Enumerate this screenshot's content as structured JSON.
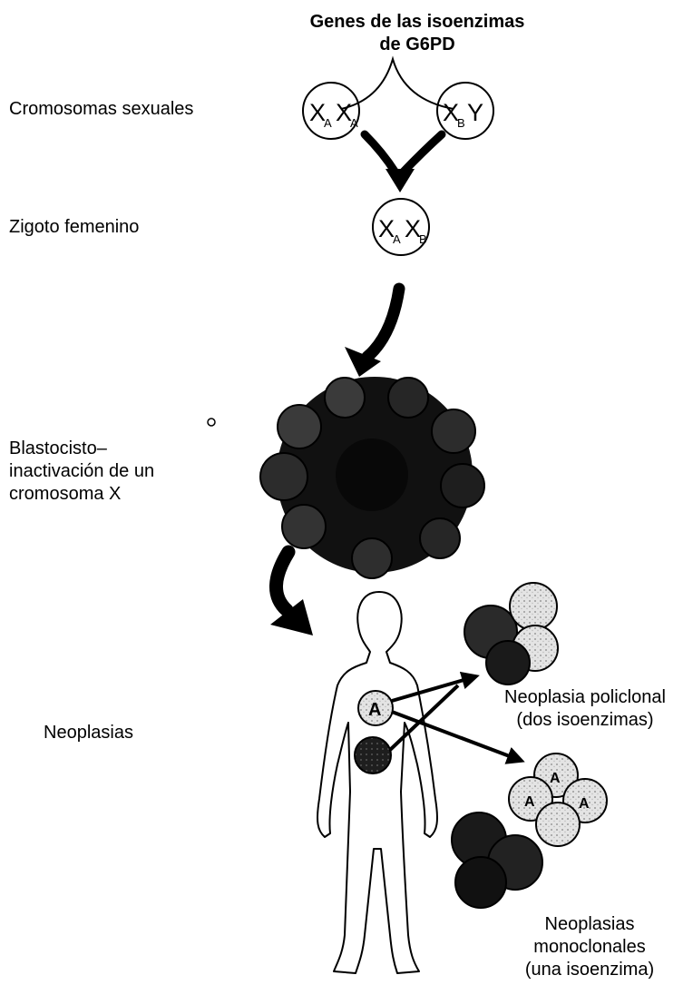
{
  "header": {
    "title_line1": "Genes de las isoenzimas",
    "title_line2": "de G6PD"
  },
  "stages": {
    "sex_chromosomes": "Cromosomas sexuales",
    "female_zygote": "Zigoto femenino",
    "blastocyst_line1": "Blastocisto–",
    "blastocyst_line2": "inactivación de un",
    "blastocyst_line3": "cromosoma X",
    "neoplasias": "Neoplasias"
  },
  "outcomes": {
    "polyclonal_line1": "Neoplasia policlonal",
    "polyclonal_line2": "(dos isoenzimas)",
    "monoclonal_line1": "Neoplasias",
    "monoclonal_line2": "monoclonales",
    "monoclonal_line3": "(una isoenzima)"
  },
  "cell_labels": {
    "mother_x": "X",
    "mother_sub": "A",
    "father_x": "X",
    "father_sub": "B",
    "father_y": "Y",
    "zygote_x": "X",
    "zygote_sub_a": "A",
    "zygote_sub_b": "B",
    "body_cell": "A",
    "tumor_cell": "A"
  }
}
